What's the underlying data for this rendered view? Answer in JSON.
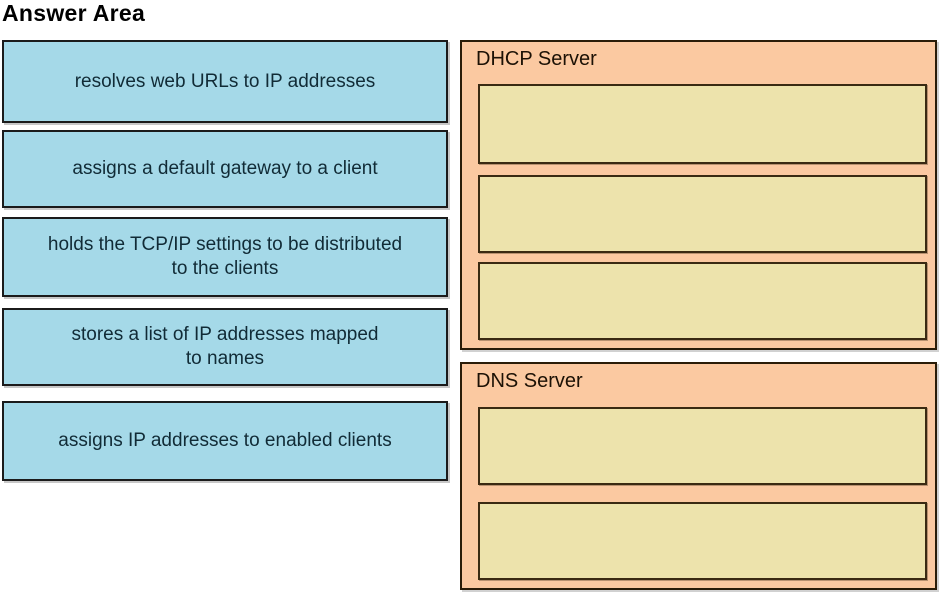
{
  "title": "Answer Area",
  "palette": {
    "card_fill": "#a5d9e8",
    "card_border": "#1b1b1b",
    "card_text": "#112b36",
    "panel_fill": "#fbc9a1",
    "panel_border": "#2a1c08",
    "slot_fill": "#ede3ac",
    "slot_border": "#3a2a12",
    "title_text": "#000000"
  },
  "source_items": [
    {
      "text": "resolves web URLs to IP addresses"
    },
    {
      "text": "assigns a default gateway to a client"
    },
    {
      "text": "holds the TCP/IP settings to be distributed\nto the clients"
    },
    {
      "text": "stores a list of IP addresses mapped\nto names"
    },
    {
      "text": "assigns IP addresses to enabled clients"
    }
  ],
  "targets": [
    {
      "label": "DHCP Server",
      "slot_count": 3
    },
    {
      "label": "DNS Server",
      "slot_count": 2
    }
  ]
}
